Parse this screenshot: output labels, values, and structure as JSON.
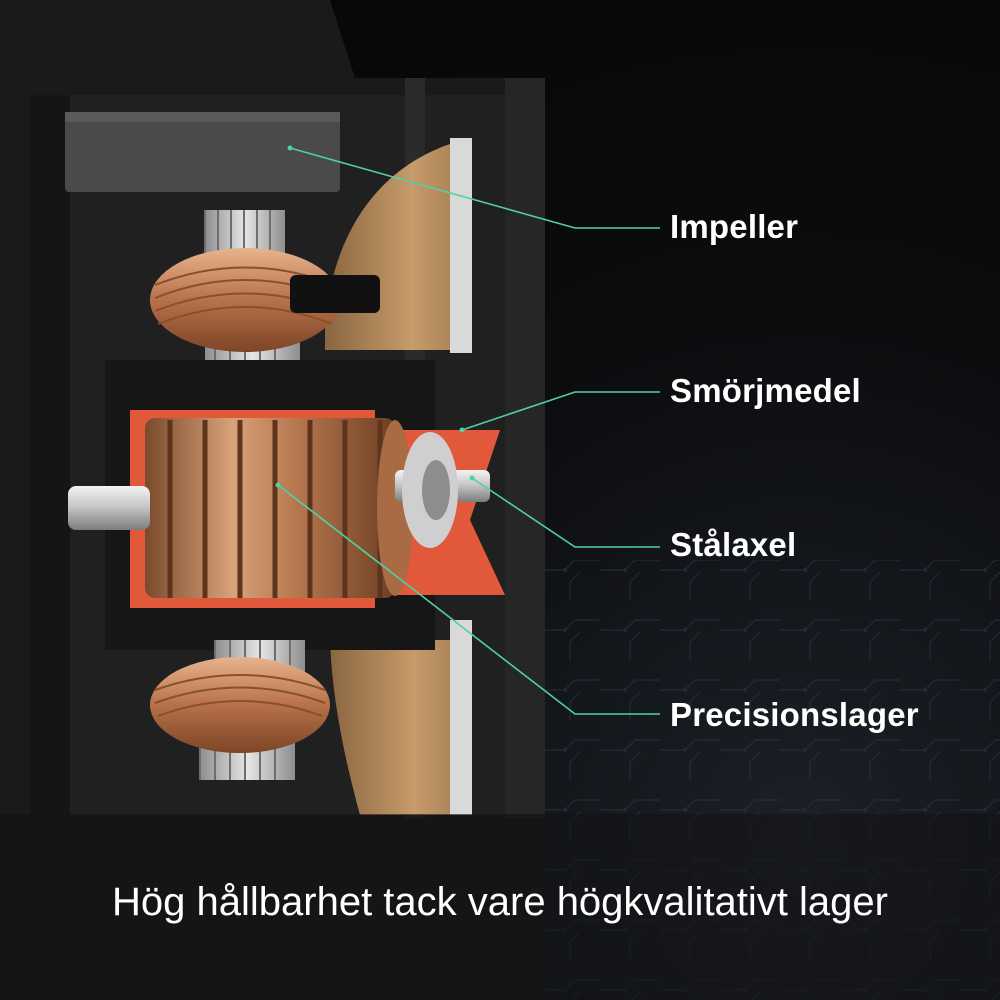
{
  "colors": {
    "leader_line": "#4fd1a5",
    "lubricant": "#e2583a",
    "copper": "#c98a5c",
    "housing": "#232323",
    "impeller_bronze": "#b68a5e"
  },
  "callouts": [
    {
      "label": "Impeller"
    },
    {
      "label": "Smörjmedel"
    },
    {
      "label": "Stålaxel"
    },
    {
      "label": "Precisionslager"
    }
  ],
  "caption": "Hög hållbarhet tack vare högkvalitativt lager"
}
